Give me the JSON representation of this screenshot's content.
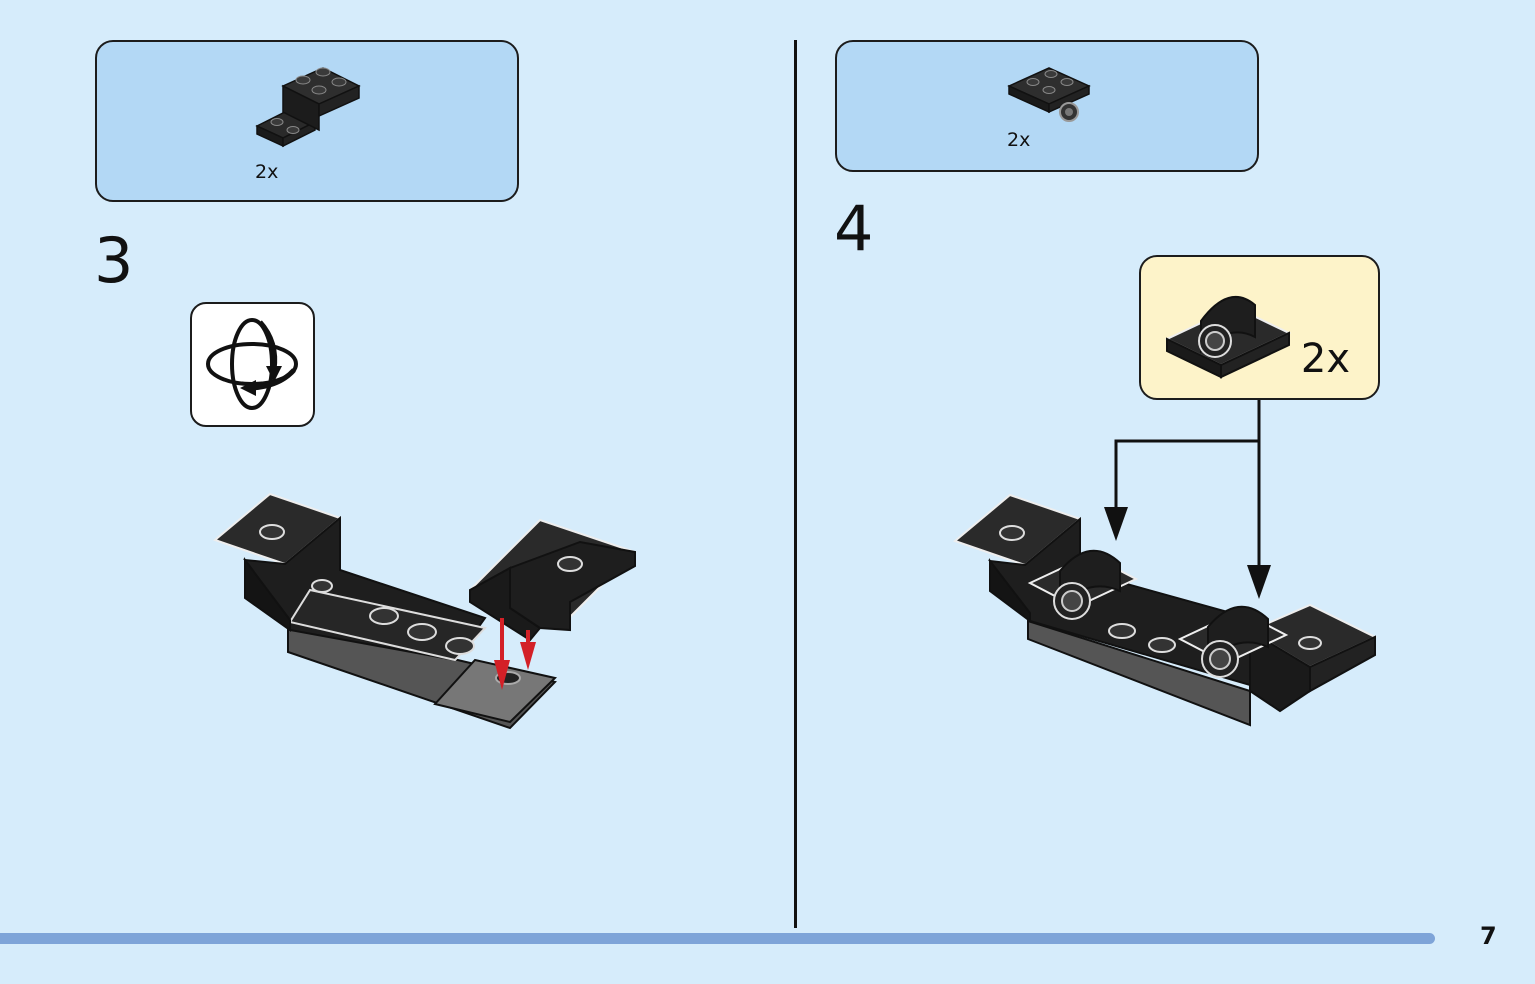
{
  "steps": [
    {
      "number": "3",
      "parts": [
        {
          "quantity": "2x",
          "icon": "bracket-brick-icon"
        }
      ],
      "hint_icon": "rotate-model-icon",
      "assembly_icon": "step-3-assembly-icon"
    },
    {
      "number": "4",
      "parts": [
        {
          "quantity": "2x",
          "icon": "plate-with-clip-icon"
        }
      ],
      "callout": {
        "quantity": "2x",
        "icon": "clip-plate-callout-icon"
      },
      "assembly_icon": "step-4-assembly-icon"
    }
  ],
  "page": {
    "number": "7"
  },
  "colors": {
    "background": "#d6ecfb",
    "parts_box": "#b3d8f5",
    "callout": "#fdf3c9",
    "bottom_bar": "#7ea4d8",
    "arrow_red": "#d32027",
    "brick": "#1e1e1e"
  }
}
